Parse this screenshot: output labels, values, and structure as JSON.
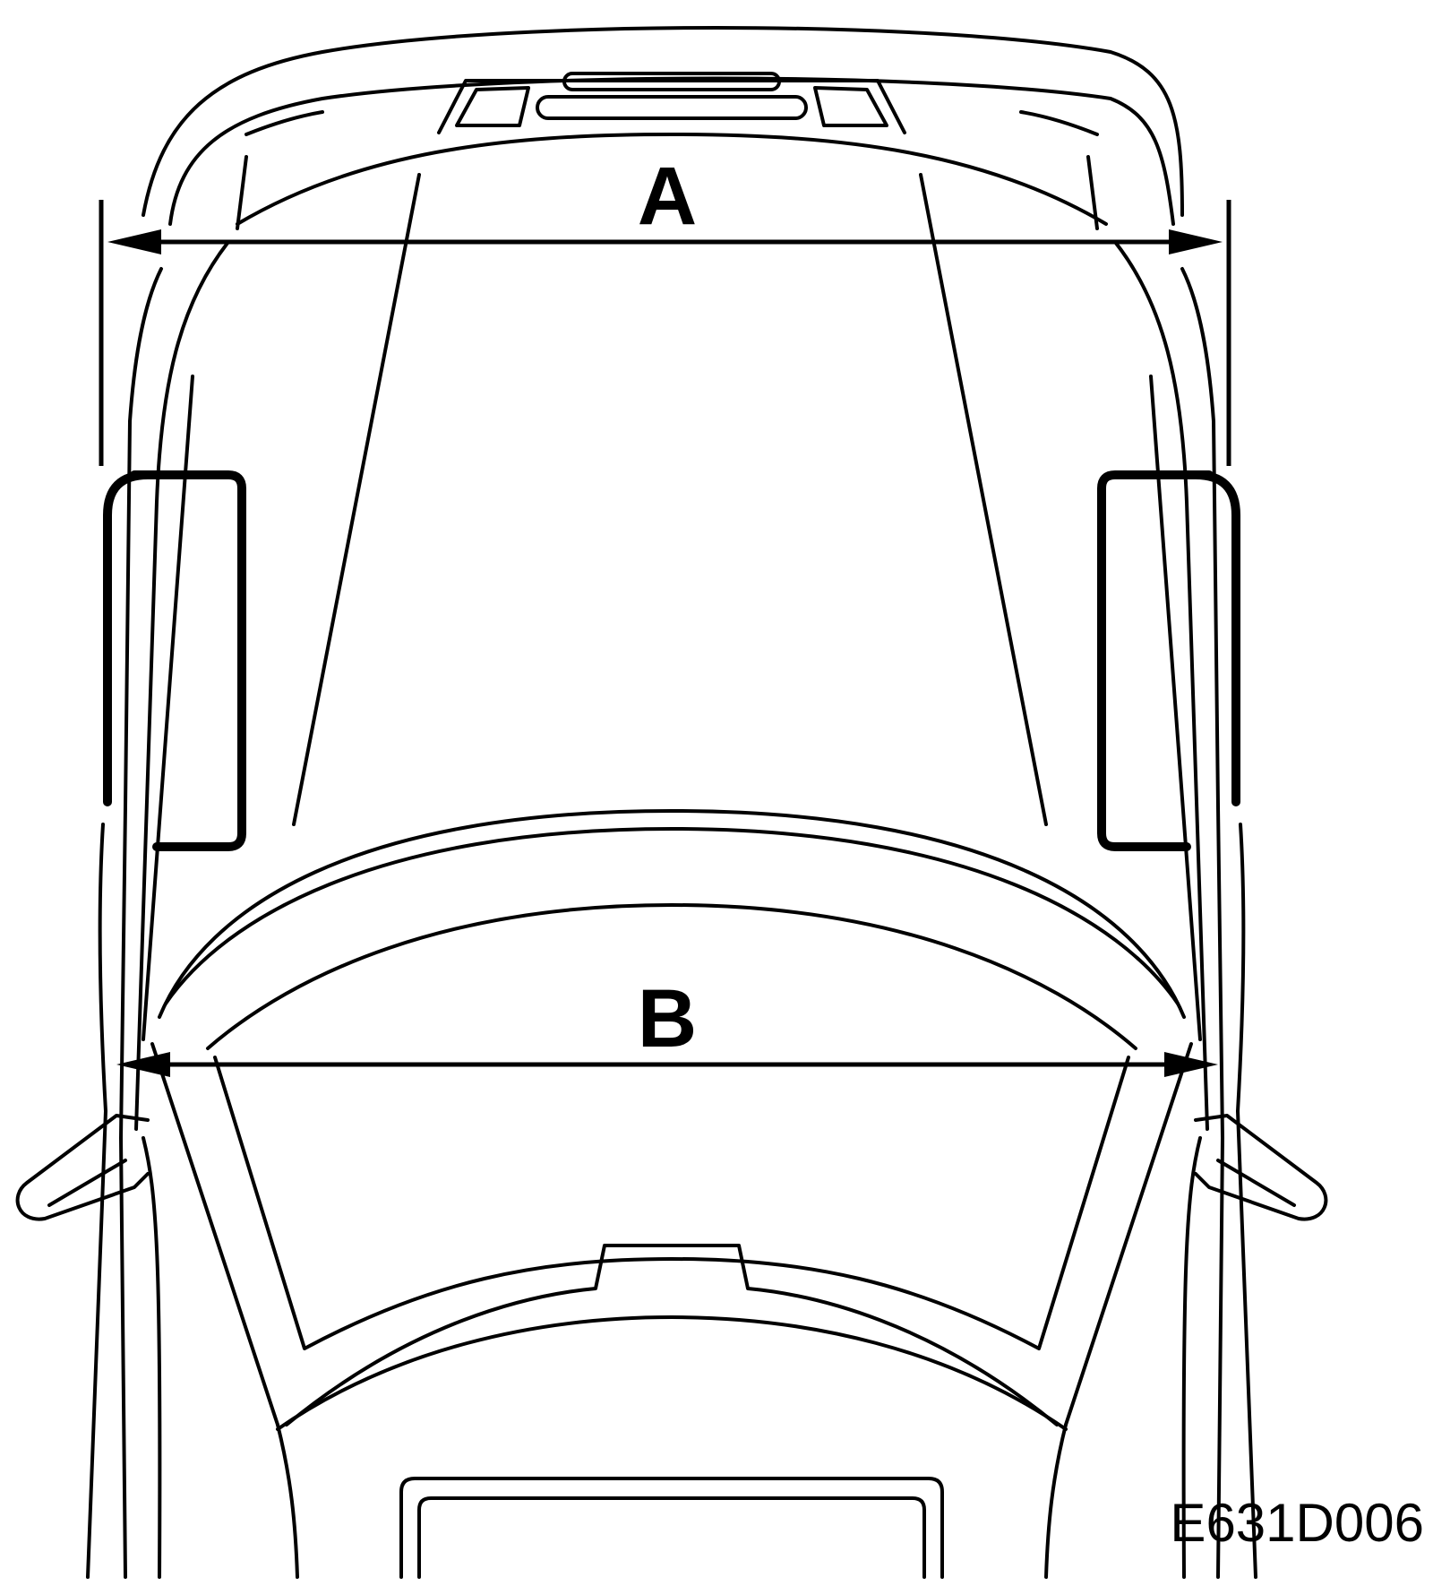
{
  "labels": {
    "dimension_a": "A",
    "dimension_b": "B"
  },
  "figure_code": "E631D006"
}
